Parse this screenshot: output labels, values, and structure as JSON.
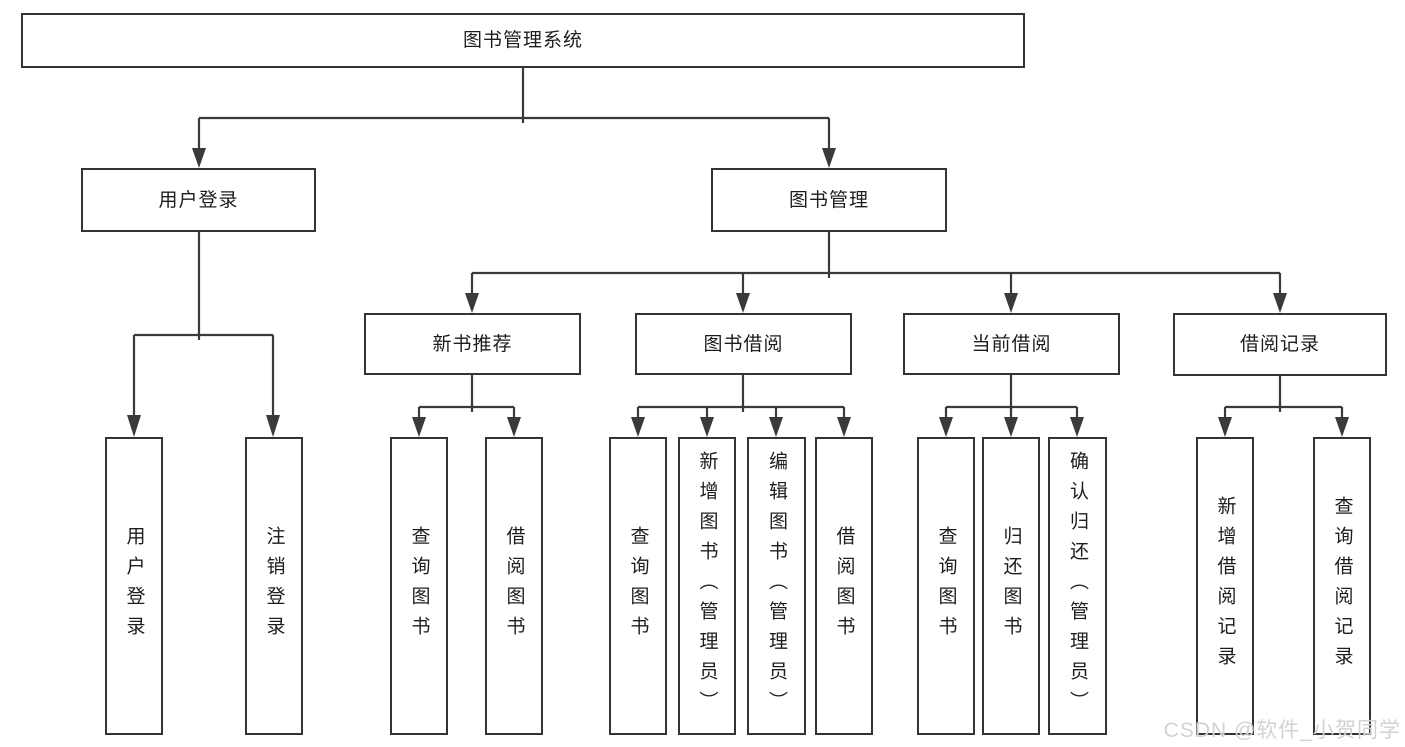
{
  "diagram_type": "hierarchy-tree",
  "colors": {
    "line": "#3a3a3a",
    "border": "#333333",
    "text": "#1d1d1d",
    "background": "#ffffff",
    "watermark": "#d0d0d0"
  },
  "tree": {
    "label": "图书管理系统",
    "children": [
      {
        "label": "用户登录",
        "children": [
          {
            "label": "用户登录"
          },
          {
            "label": "注销登录"
          }
        ]
      },
      {
        "label": "图书管理",
        "children": [
          {
            "label": "新书推荐",
            "children": [
              {
                "label": "查询图书"
              },
              {
                "label": "借阅图书"
              }
            ]
          },
          {
            "label": "图书借阅",
            "children": [
              {
                "label": "查询图书"
              },
              {
                "label": "新增图书（管理员）"
              },
              {
                "label": "编辑图书（管理员）"
              },
              {
                "label": "借阅图书"
              }
            ]
          },
          {
            "label": "当前借阅",
            "children": [
              {
                "label": "查询图书"
              },
              {
                "label": "归还图书"
              },
              {
                "label": "确认归还（管理员）"
              }
            ]
          },
          {
            "label": "借阅记录",
            "children": [
              {
                "label": "新增借阅记录"
              },
              {
                "label": "查询借阅记录"
              }
            ]
          }
        ]
      }
    ]
  },
  "watermark": {
    "text": "CSDN @软件_小贺同学"
  }
}
